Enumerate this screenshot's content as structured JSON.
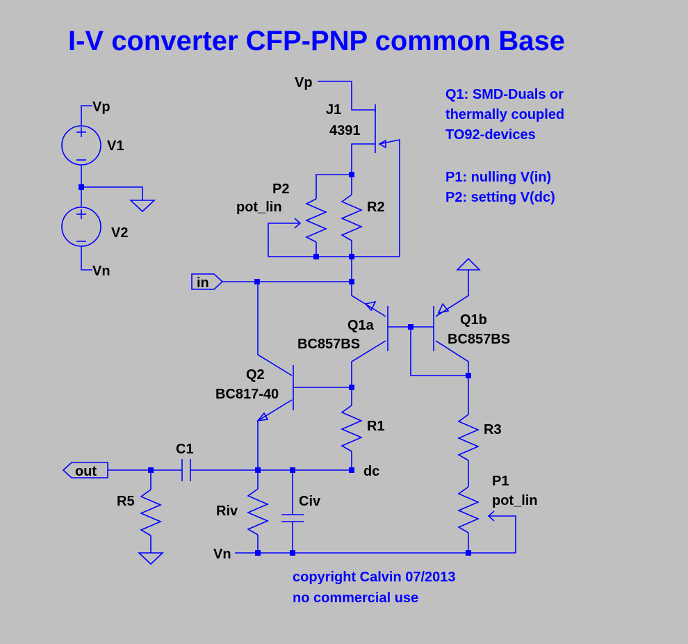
{
  "title": "I-V converter CFP-PNP common Base",
  "notes": {
    "line1": "Q1: SMD-Duals or",
    "line2": "thermally coupled",
    "line3": "TO92-devices",
    "line4": "P1: nulling V(in)",
    "line5": "P2: setting V(dc)"
  },
  "copyright": {
    "line1": "copyright Calvin 07/2013",
    "line2": "no commercial use"
  },
  "nets": {
    "vp_top": "Vp",
    "vp_left": "Vp",
    "vn_left": "Vn",
    "vn_bottom": "Vn",
    "dc": "dc",
    "in_port": "in",
    "out_port": "out"
  },
  "components": {
    "v1": "V1",
    "v2": "V2",
    "j1_name": "J1",
    "j1_value": "4391",
    "p2_name": "P2",
    "p2_value": "pot_lin",
    "r2": "R2",
    "q1a_name": "Q1a",
    "q1a_value": "BC857BS",
    "q1b_name": "Q1b",
    "q1b_value": "BC857BS",
    "q2_name": "Q2",
    "q2_value": "BC817-40",
    "r1": "R1",
    "r3": "R3",
    "p1_name": "P1",
    "p1_value": "pot_lin",
    "c1": "C1",
    "r5": "R5",
    "riv": "Riv",
    "civ": "Civ"
  },
  "colors": {
    "background": "#c0c0c0",
    "wire": "#0000ff",
    "label": "#000000",
    "annotation": "#0000ff"
  }
}
